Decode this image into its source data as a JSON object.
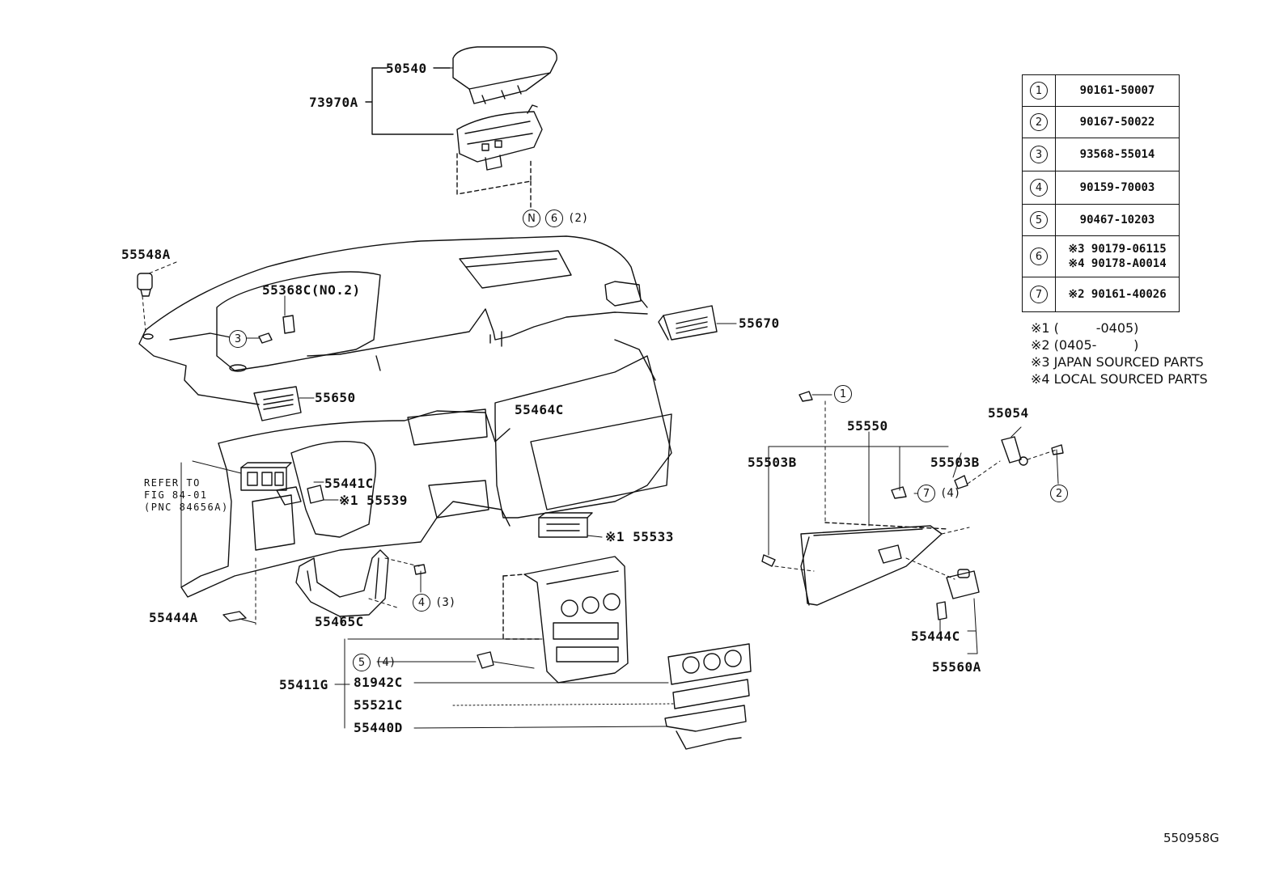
{
  "labels": {
    "p50540": "50540",
    "p73970A": "73970A",
    "p55548A": "55548A",
    "p55368C": "55368C(NO.2)",
    "p55670": "55670",
    "p55650": "55650",
    "p55464C": "55464C",
    "p55441C": "55441C",
    "p55539": "※1 55539",
    "p55533": "※1 55533",
    "p55444A": "55444A",
    "p55465C": "55465C",
    "p55411G": "55411G",
    "p81942C": "81942C",
    "p55521C": "55521C",
    "p55440D": "55440D",
    "p55550": "55550",
    "p55054": "55054",
    "p55503B_left": "55503B",
    "p55503B_right": "55503B",
    "p55444C": "55444C",
    "p55560A": "55560A"
  },
  "reference": {
    "line1": "REFER TO",
    "line2": "FIG 84-01",
    "line3": "(PNC 84656A)"
  },
  "callouts": {
    "n6": {
      "prefix": "N",
      "num": "6",
      "qty": "(2)"
    },
    "c3a": {
      "num": "3"
    },
    "c4": {
      "num": "4",
      "qty": "(3)"
    },
    "c5": {
      "num": "5",
      "qty": "(4)"
    },
    "c7": {
      "num": "7",
      "qty": "(4)"
    },
    "c1": {
      "num": "1"
    },
    "c2": {
      "num": "2"
    }
  },
  "fastener_table": [
    {
      "num": "1",
      "parts": [
        "90161-50007"
      ]
    },
    {
      "num": "2",
      "parts": [
        "90167-50022"
      ]
    },
    {
      "num": "3",
      "parts": [
        "93568-55014"
      ]
    },
    {
      "num": "4",
      "parts": [
        "90159-70003"
      ]
    },
    {
      "num": "5",
      "parts": [
        "90467-10203"
      ]
    },
    {
      "num": "6",
      "parts": [
        "※3 90179-06115",
        "※4 90178-A0014"
      ]
    },
    {
      "num": "7",
      "parts": [
        "※2 90161-40026"
      ]
    }
  ],
  "notes": [
    "※1 (         -0405)",
    "※2 (0405-         )",
    "※3 JAPAN SOURCED PARTS",
    "※4 LOCAL SOURCED PARTS"
  ],
  "figure_id": "550958G"
}
